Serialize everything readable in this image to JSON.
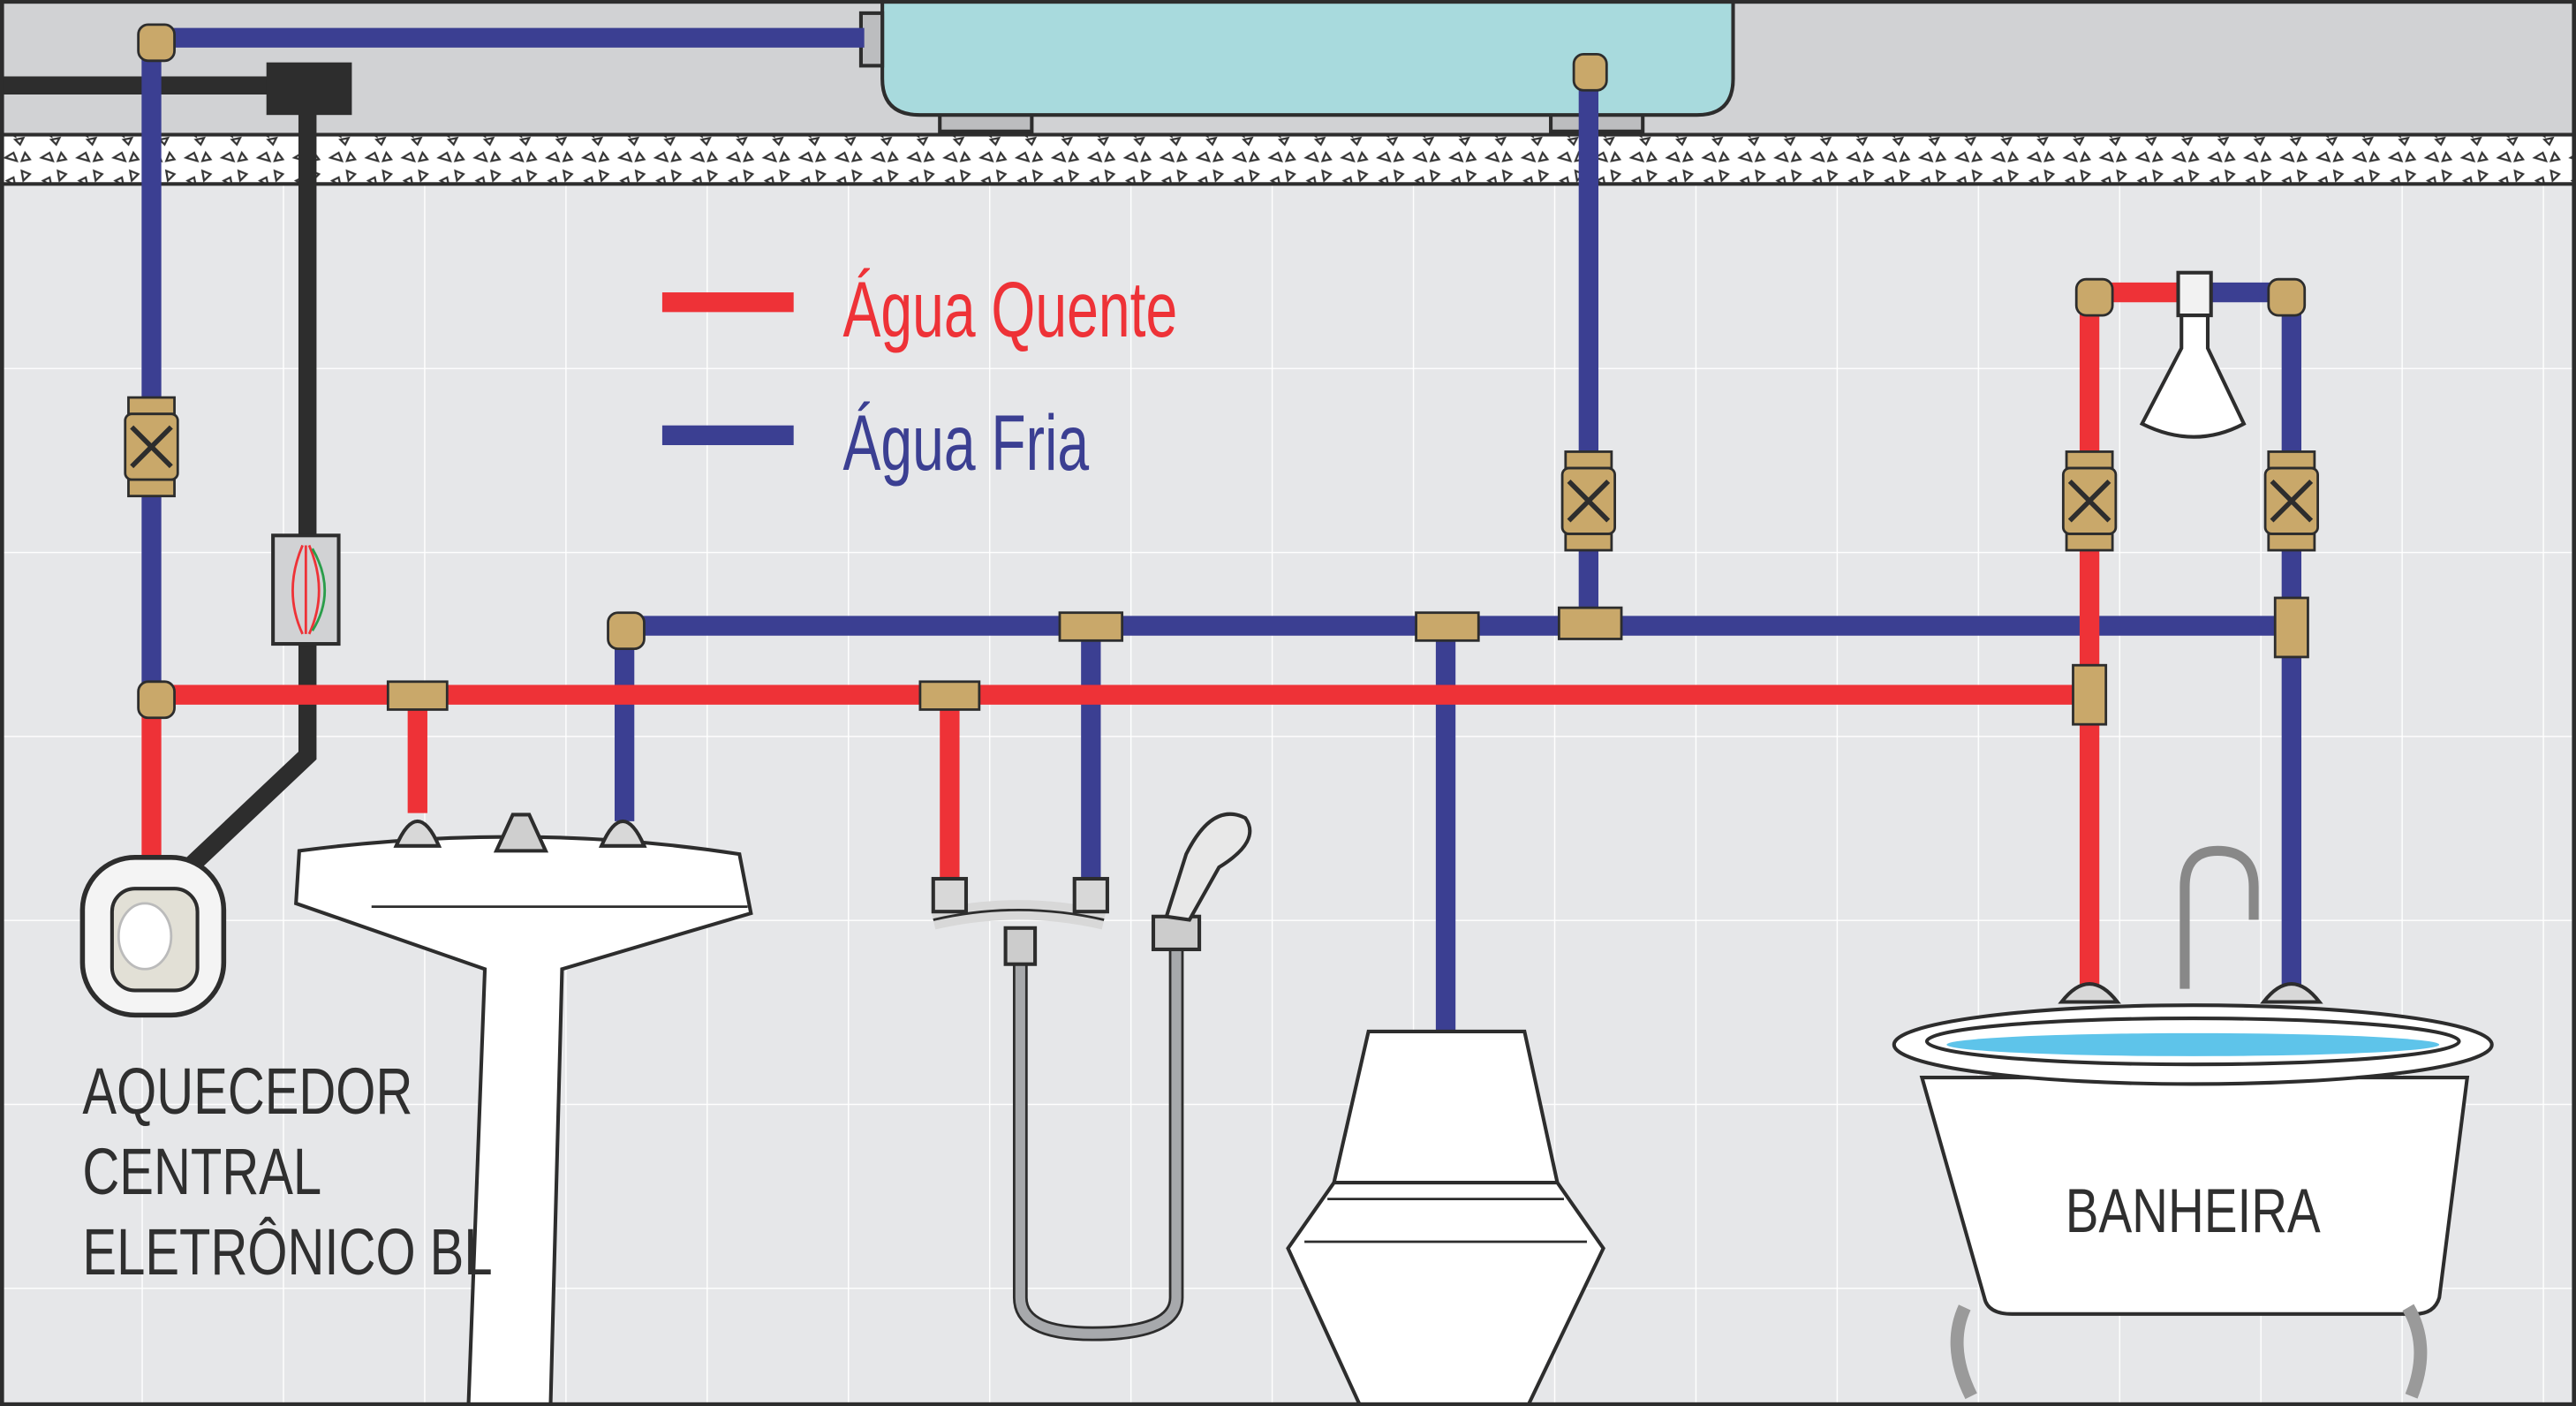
{
  "legend": {
    "hot": {
      "label": "Água Quente",
      "color": "#ee3237"
    },
    "cold": {
      "label": "Água Fria",
      "color": "#3b3f92"
    }
  },
  "labels": {
    "heater_line1": "AQUECEDOR",
    "heater_line2": "CENTRAL",
    "heater_line3": "ELETRÔNICO BL",
    "bathtub": "BANHEIRA"
  },
  "colors": {
    "wall": "#e6e7e9",
    "ceiling": "#d1d2d4",
    "tank": "#a8dadd",
    "fitting": "#c9a86a",
    "cable": "#2d2d2d"
  }
}
